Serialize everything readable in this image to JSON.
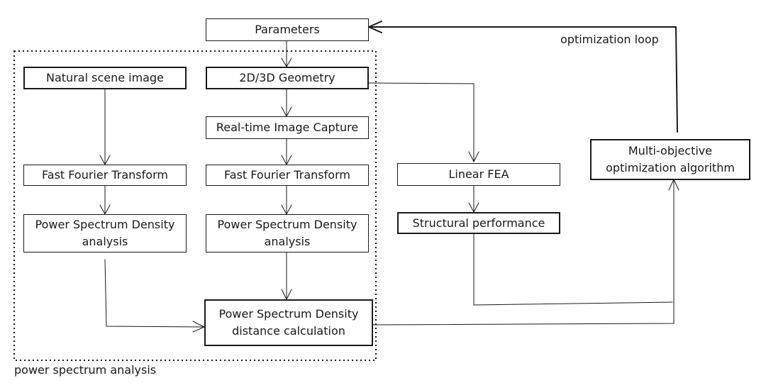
{
  "nodes": {
    "parameters": "Parameters",
    "natural_scene": "Natural scene image",
    "geometry": "2D/3D Geometry",
    "image_capture": "Real-time Image Capture",
    "fft_left": "Fast Fourier Transform",
    "fft_mid": "Fast Fourier Transform",
    "psd_left": "Power Spectrum Density analysis",
    "psd_mid": "Power Spectrum Density analysis",
    "psd_distance": "Power Spectrum Density distance calculation",
    "linear_fea": "Linear FEA",
    "structural": "Structural performance",
    "moo": "Multi-objective optimization algorithm"
  },
  "labels": {
    "optimization_loop": "optimization loop",
    "power_spectrum_analysis": "power spectrum analysis"
  }
}
